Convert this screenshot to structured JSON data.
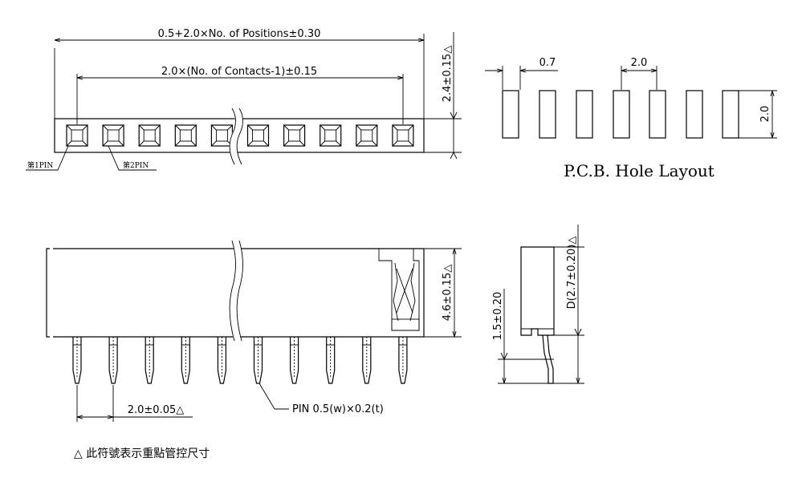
{
  "top_view": {
    "overall_length": "0.5+2.0×No. of Positions±0.30",
    "contact_span": "2.0×(No. of Contacts-1)±0.15",
    "height_dim": "2.4±0.15△",
    "pin1_label": "第1PIN",
    "pin2_label": "第2PIN"
  },
  "pcb_layout": {
    "pad_width": "0.7",
    "pitch": "2.0",
    "pad_height": "2.0",
    "caption": "P.C.B. Hole Layout"
  },
  "front_view": {
    "body_height": "4.6±0.15△",
    "pitch": "2.0±0.05△",
    "pin_spec": "PIN 0.5(w)×0.2(t)"
  },
  "side_view": {
    "tail_length": "1.5±0.20",
    "d_dim": "D(2.7±0.20)△"
  },
  "note": "△ 此符號表示重點管控尺寸"
}
